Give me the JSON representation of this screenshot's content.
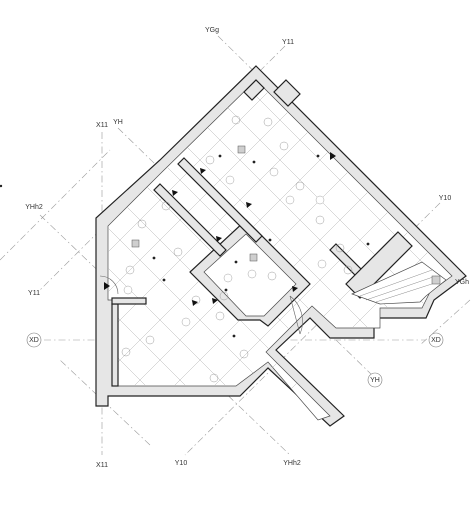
{
  "grid_labels": {
    "ygg": "YGg",
    "y11_top": "Y11",
    "x11_top": "X11",
    "yh_top": "YH",
    "yhh2_left": "YHh2",
    "y11_left": "Y11",
    "xd_left": "XD",
    "y10_right": "Y10",
    "ygh_right": "YGh",
    "xd_right": "XD",
    "yh_bottom": "YH",
    "x11_bottom": "X11",
    "y10_bottom": "Y10",
    "yhh2_bottom": "YHh2"
  }
}
